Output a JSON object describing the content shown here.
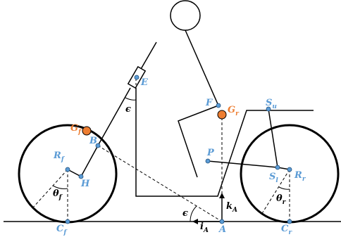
{
  "points": {
    "E": "E",
    "F": "F",
    "G_r": {
      "base": "G",
      "sub": "r"
    },
    "S_u": {
      "base": "S",
      "sub": "u"
    },
    "G_f": {
      "base": "G",
      "sub": "f"
    },
    "B": "B",
    "P": "P",
    "R_f": {
      "base": "R",
      "sub": "f"
    },
    "H": "H",
    "S_l": {
      "base": "S",
      "sub": "l"
    },
    "R_r": {
      "base": "R",
      "sub": "r"
    },
    "C_f": {
      "base": "C",
      "sub": "f"
    },
    "C_r": {
      "base": "C",
      "sub": "r"
    },
    "A": "A"
  },
  "angles": {
    "epsilon_top": "ϵ",
    "epsilon_bottom": "ϵ",
    "theta_f": {
      "base": "θ",
      "sub": "f"
    },
    "theta_r": {
      "base": "θ",
      "sub": "r"
    }
  },
  "vectors": {
    "k_A": {
      "base": "k",
      "sub": "A"
    },
    "i_A": {
      "base": "i",
      "sub": "A"
    }
  },
  "colors": {
    "point_blue": "#5b9bd5",
    "mass_orange": "#ed7d31",
    "stroke": "#000000"
  }
}
